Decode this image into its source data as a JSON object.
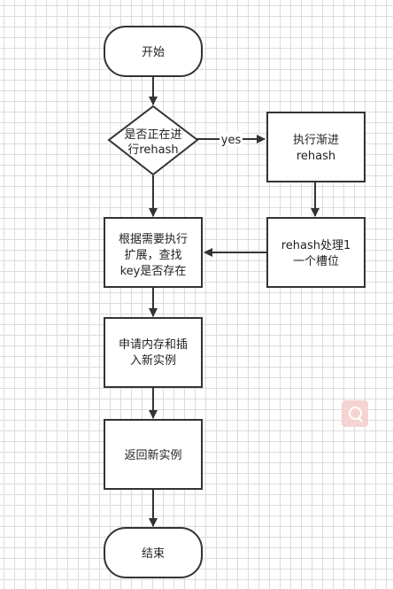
{
  "flowchart": {
    "nodes": {
      "start": "开始",
      "decision_line1": "是否正在进",
      "decision_line2": "行rehash",
      "progressive_line1": "执行渐进",
      "progressive_line2": "rehash",
      "process_slot_line1": "rehash处理1",
      "process_slot_line2": "一个槽位",
      "lookup_line1": "根据需要执行",
      "lookup_line2": "扩展，查找",
      "lookup_line3": "key是否存在",
      "alloc_line1": "申请内存和插",
      "alloc_line2": "入新实例",
      "return": "返回新实例",
      "end": "结束"
    },
    "edges": {
      "yes_label": "yes"
    }
  },
  "colors": {
    "stroke": "#333333",
    "node_fill": "#ffffff",
    "grid": "#dcdcdc",
    "badge": "#f6d3d3"
  },
  "icons": {
    "search_badge": "search-icon"
  }
}
